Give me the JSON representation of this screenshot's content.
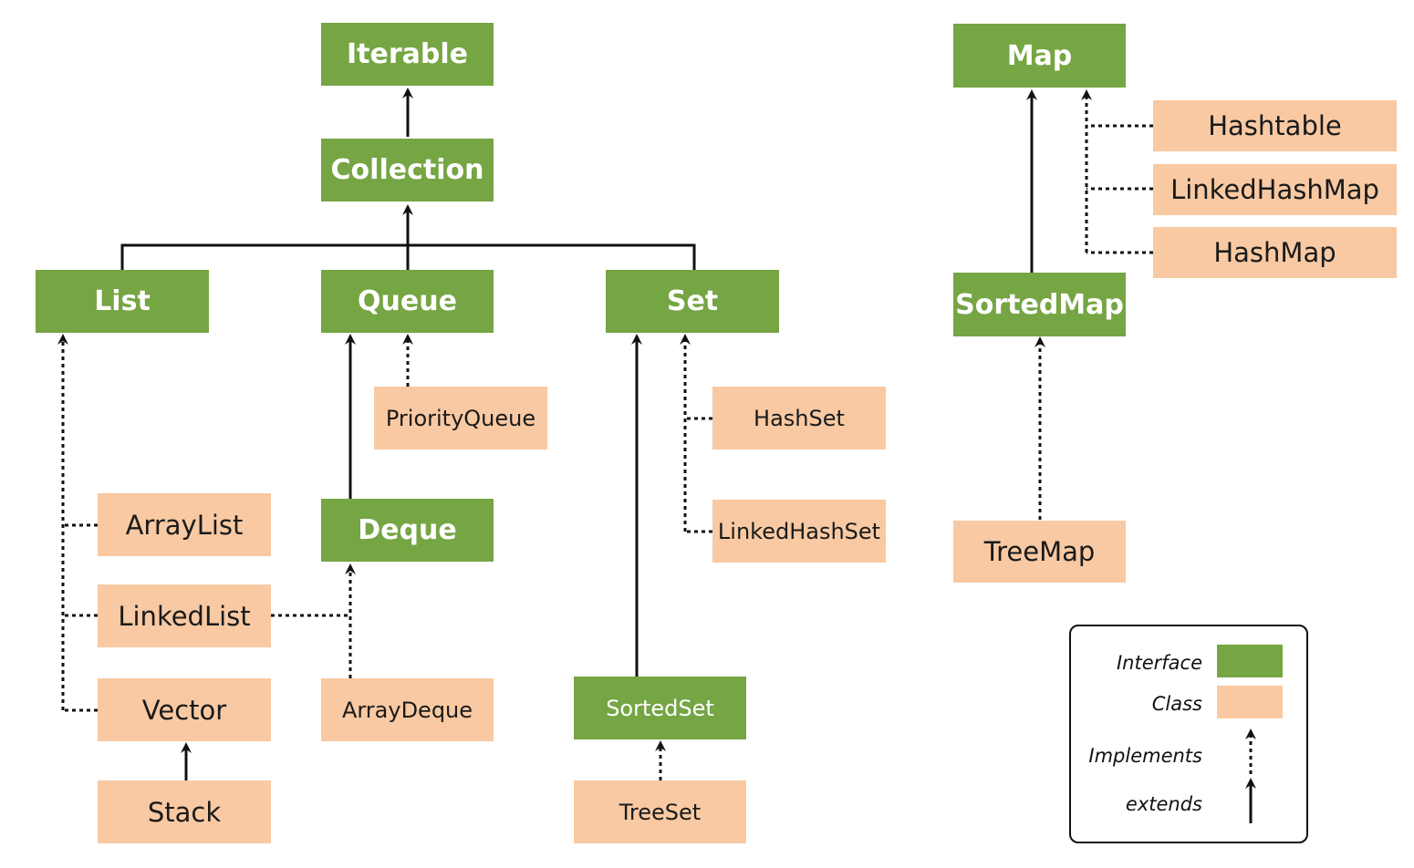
{
  "colors": {
    "interface": "#76a544",
    "class": "#f8c9a2",
    "line": "#111111"
  },
  "nodes": {
    "iterable": "Iterable",
    "collection": "Collection",
    "list": "List",
    "queue": "Queue",
    "set": "Set",
    "deque": "Deque",
    "priority_queue": "PriorityQueue",
    "hash_set": "HashSet",
    "linked_hash_set": "LinkedHashSet",
    "array_list": "ArrayList",
    "linked_list": "LinkedList",
    "vector": "Vector",
    "stack": "Stack",
    "array_deque": "ArrayDeque",
    "sorted_set": "SortedSet",
    "tree_set": "TreeSet",
    "map": "Map",
    "hashtable": "Hashtable",
    "linked_hash_map": "LinkedHashMap",
    "hash_map": "HashMap",
    "sorted_map": "SortedMap",
    "tree_map": "TreeMap"
  },
  "legend": {
    "interface": "Interface",
    "class": "Class",
    "implements": "Implements",
    "extends": "extends"
  }
}
